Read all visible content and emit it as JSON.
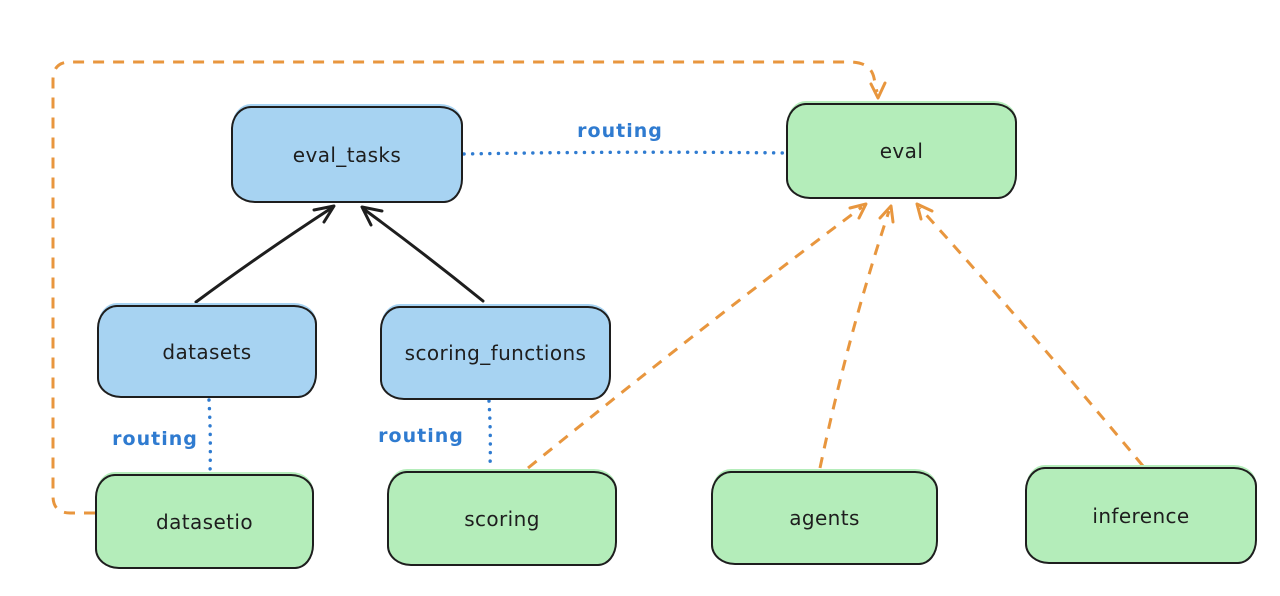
{
  "nodes": {
    "eval_tasks": {
      "label": "eval_tasks",
      "fill": "blue"
    },
    "eval": {
      "label": "eval",
      "fill": "green"
    },
    "datasets": {
      "label": "datasets",
      "fill": "blue"
    },
    "scoring_functions": {
      "label": "scoring_functions",
      "fill": "blue"
    },
    "datasetio": {
      "label": "datasetio",
      "fill": "green"
    },
    "scoring": {
      "label": "scoring",
      "fill": "green"
    },
    "agents": {
      "label": "agents",
      "fill": "green"
    },
    "inference": {
      "label": "inference",
      "fill": "green"
    }
  },
  "edges": [
    {
      "from": "datasets",
      "to": "eval_tasks",
      "style": "solid",
      "color": "black",
      "arrow": true,
      "label": ""
    },
    {
      "from": "scoring_functions",
      "to": "eval_tasks",
      "style": "solid",
      "color": "black",
      "arrow": true,
      "label": ""
    },
    {
      "from": "eval_tasks",
      "to": "eval",
      "style": "dotted",
      "color": "blue",
      "arrow": false,
      "label": "routing"
    },
    {
      "from": "datasets",
      "to": "datasetio",
      "style": "dotted",
      "color": "blue",
      "arrow": false,
      "label": "routing"
    },
    {
      "from": "scoring_functions",
      "to": "scoring",
      "style": "dotted",
      "color": "blue",
      "arrow": false,
      "label": "routing"
    },
    {
      "from": "datasetio",
      "to": "eval",
      "style": "dashed",
      "color": "orange",
      "arrow": true,
      "route": "around-left-and-top",
      "label": ""
    },
    {
      "from": "scoring",
      "to": "eval",
      "style": "dashed",
      "color": "orange",
      "arrow": true,
      "label": ""
    },
    {
      "from": "agents",
      "to": "eval",
      "style": "dashed",
      "color": "orange",
      "arrow": true,
      "label": ""
    },
    {
      "from": "inference",
      "to": "eval",
      "style": "dashed",
      "color": "orange",
      "arrow": true,
      "label": ""
    }
  ],
  "colors": {
    "blue_fill": "#a7d3f2",
    "green_fill": "#b4edba",
    "stroke": "#1e1e1e",
    "orange_line": "#e8963e",
    "blue_line": "#2f7bd0"
  }
}
